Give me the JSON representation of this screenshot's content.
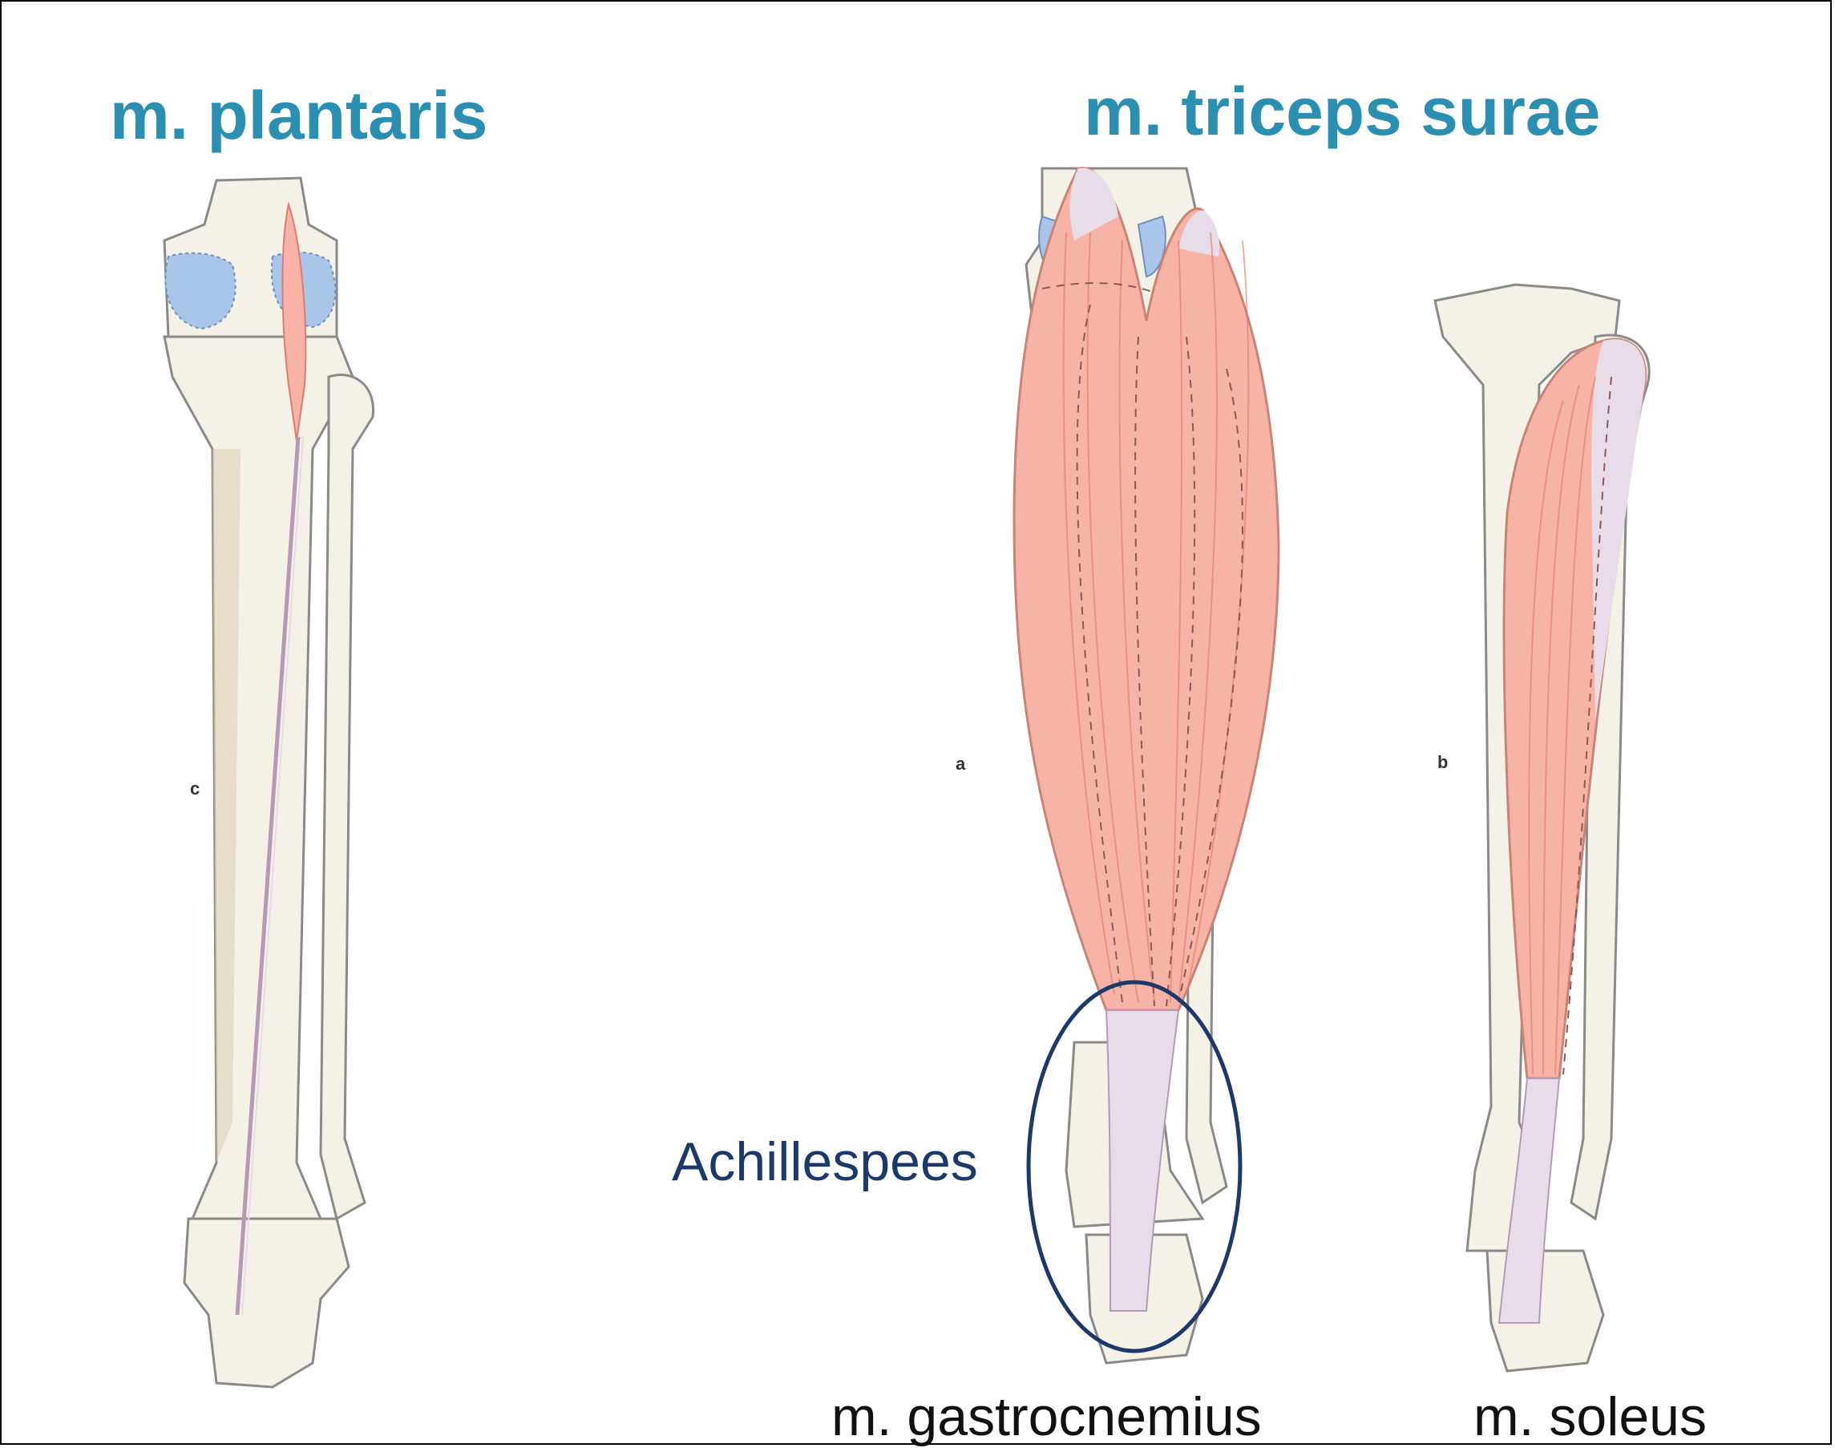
{
  "titles": {
    "plantaris": "m. plantaris",
    "triceps_surae": "m. triceps surae"
  },
  "labels": {
    "achillespees": "Achillespees",
    "gastrocnemius": "m. gastrocnemius",
    "soleus": "m. soleus"
  },
  "figure_letters": {
    "c": "c",
    "a": "a",
    "b": "b"
  },
  "colors": {
    "title": "#2a8fb0",
    "label_dark_blue": "#1b3a6b",
    "label_black": "#111111",
    "bone": "#f4f1e6",
    "bone_shadow": "#d9d2b8",
    "muscle": "#f6b3a6",
    "muscle_fiber": "#e07a6e",
    "tendon": "#e6dde8",
    "cartilage": "#a9c6ea",
    "outline": "#8a8a8a",
    "ellipse": "#1b3a6b"
  }
}
